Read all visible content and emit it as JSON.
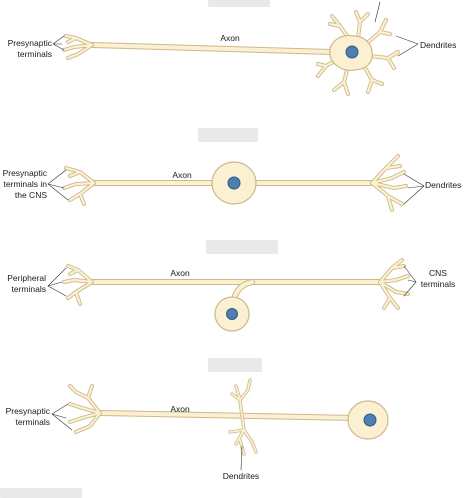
{
  "colors": {
    "cytoplasm": "#fbf1d2",
    "outline": "#cdb98a",
    "nucleus": "#4f7fae",
    "nucleus_edge": "#2c5a88",
    "leader": "#333333",
    "blank_box": "#e9e9e9"
  },
  "panels": [
    {
      "id": "multipolar",
      "axon_label": "Axon",
      "left_label": [
        "Presynaptic",
        "terminals"
      ],
      "right_label": [
        "Dendrites"
      ]
    },
    {
      "id": "bipolar",
      "axon_label": "Axon",
      "left_label": [
        "Presynaptic",
        "terminals in",
        "the CNS"
      ],
      "right_label": [
        "Dendrites"
      ]
    },
    {
      "id": "pseudounipolar",
      "axon_label": "Axon",
      "left_label": [
        "Peripheral",
        "terminals"
      ],
      "right_label": [
        "CNS",
        "terminals"
      ]
    },
    {
      "id": "unipolar",
      "axon_label": "Axon",
      "left_label": [
        "Presynaptic",
        "terminals"
      ],
      "bottom_label": [
        "Dendrites"
      ]
    }
  ]
}
